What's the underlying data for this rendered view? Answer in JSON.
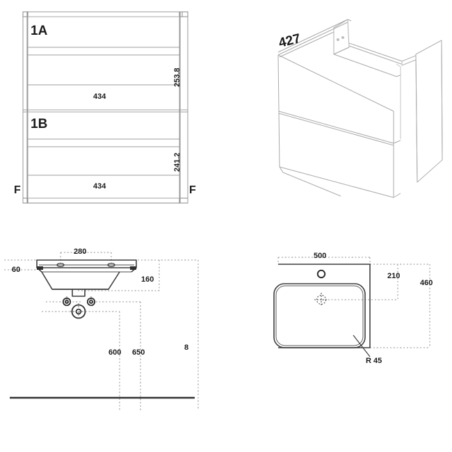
{
  "drawing": {
    "title": "Bathroom vanity unit and basin technical drawing",
    "background_color": "#ffffff",
    "line_color": "#6e6e6e",
    "heavy_line_color": "#3a3a3a",
    "text_color": "#1a1a1a"
  },
  "views": {
    "front_elevation": {
      "name": "cabinet-front-elevation",
      "drawer_upper_label": "1A",
      "drawer_lower_label": "1B",
      "dim_upper_height": "253.8",
      "dim_lower_height": "241.2",
      "dim_upper_width": "434",
      "dim_lower_width": "434",
      "mark_left": "F",
      "mark_right": "F"
    },
    "isometric": {
      "name": "cabinet-isometric-view",
      "dim_depth": "427"
    },
    "basin_side": {
      "name": "basin-side-elevation",
      "dim_tap_centres": "280",
      "dim_top_thickness": "60",
      "dim_basin_depth": "160",
      "dim_waste_height": "600",
      "dim_trap_height": "650",
      "dim_overall_height": "8"
    },
    "basin_top": {
      "name": "basin-top-view",
      "dim_width": "500",
      "dim_bowl_offset": "210",
      "dim_depth": "460",
      "dim_corner_radius": "R 45"
    }
  }
}
